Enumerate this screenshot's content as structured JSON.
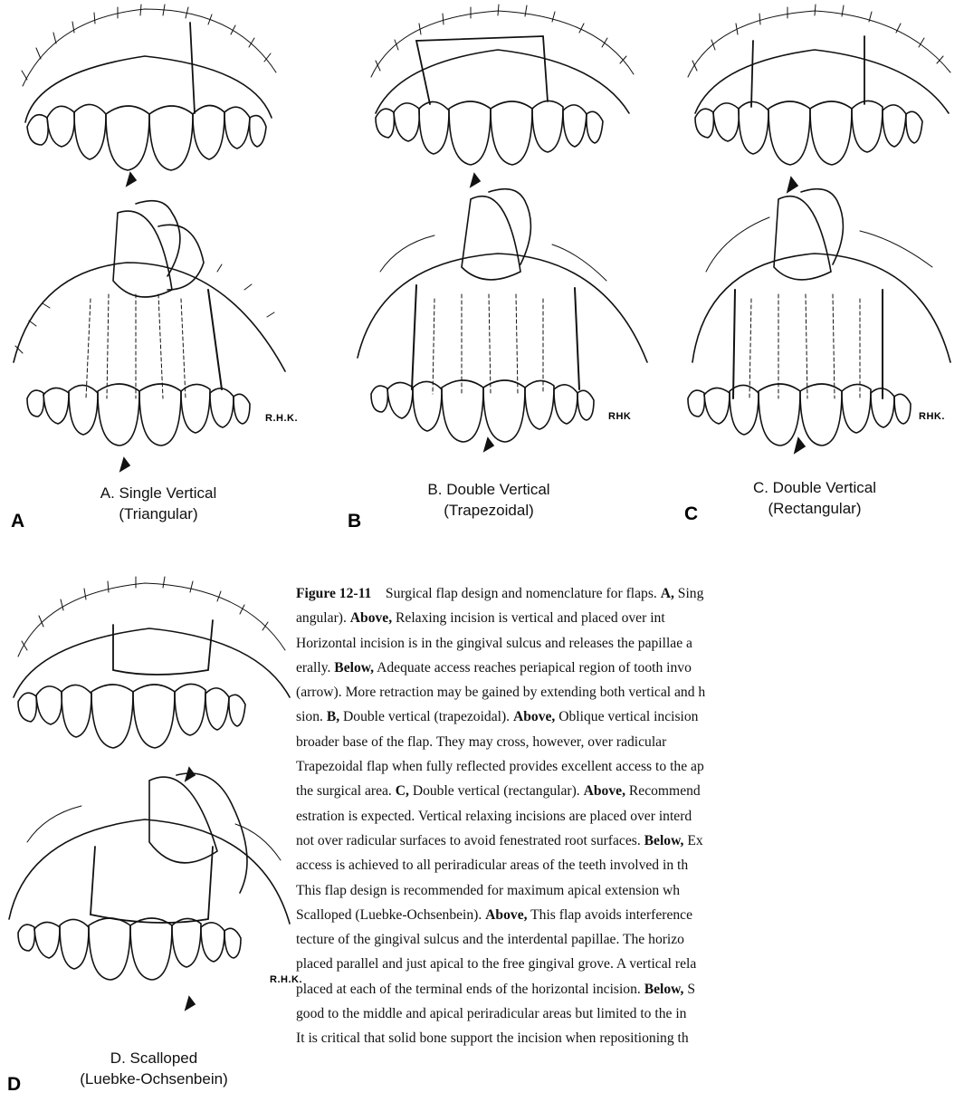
{
  "panels": [
    {
      "letter": "A",
      "title": "A. Single Vertical",
      "subtitle": "(Triangular)",
      "signature": "R.H.K."
    },
    {
      "letter": "B",
      "title": "B. Double Vertical",
      "subtitle": "(Trapezoidal)",
      "signature": "RHK"
    },
    {
      "letter": "C",
      "title": "C. Double Vertical",
      "subtitle": "(Rectangular)",
      "signature": "RHK."
    },
    {
      "letter": "D",
      "title": "D. Scalloped",
      "subtitle": "(Luebke-Ochsenbein)",
      "signature": "R.H.K."
    }
  ],
  "figure_caption": {
    "label": "Figure 12-11",
    "lines": [
      "Surgical flap design and nomenclature for flaps. A, Sing",
      "angular). Above, Relaxing incision is vertical and placed over int",
      "Horizontal incision is in the gingival sulcus and releases the papillae a",
      "erally. Below, Adequate access reaches periapical region of tooth invo",
      "(arrow). More retraction may be gained by extending both vertical and h",
      "sion. B, Double vertical (trapezoidal). Above, Oblique vertical incision",
      "broader base of the flap. They may cross, however, over radicular",
      "Trapezoidal flap when fully reflected provides excellent access to the ap",
      "the surgical area. C, Double vertical (rectangular). Above, Recommend",
      "estration is expected. Vertical relaxing incisions are placed over interd",
      "not over radicular surfaces to avoid fenestrated root surfaces. Below, Ex",
      "access is achieved to all periradicular areas of the teeth involved in th",
      "This flap design is recommended for maximum apical extension wh",
      "Scalloped (Luebke-Ochsenbein). Above, This flap avoids interference",
      "tecture of the gingival sulcus and the interdental papillae. The horizo",
      "placed parallel and just apical to the free gingival grove. A vertical rela",
      "placed at each of the terminal ends of the horizontal incision. Below, S",
      "good to the middle and apical periradicular areas but limited to the in",
      "It is critical that solid bone support the incision when repositioning th"
    ]
  }
}
